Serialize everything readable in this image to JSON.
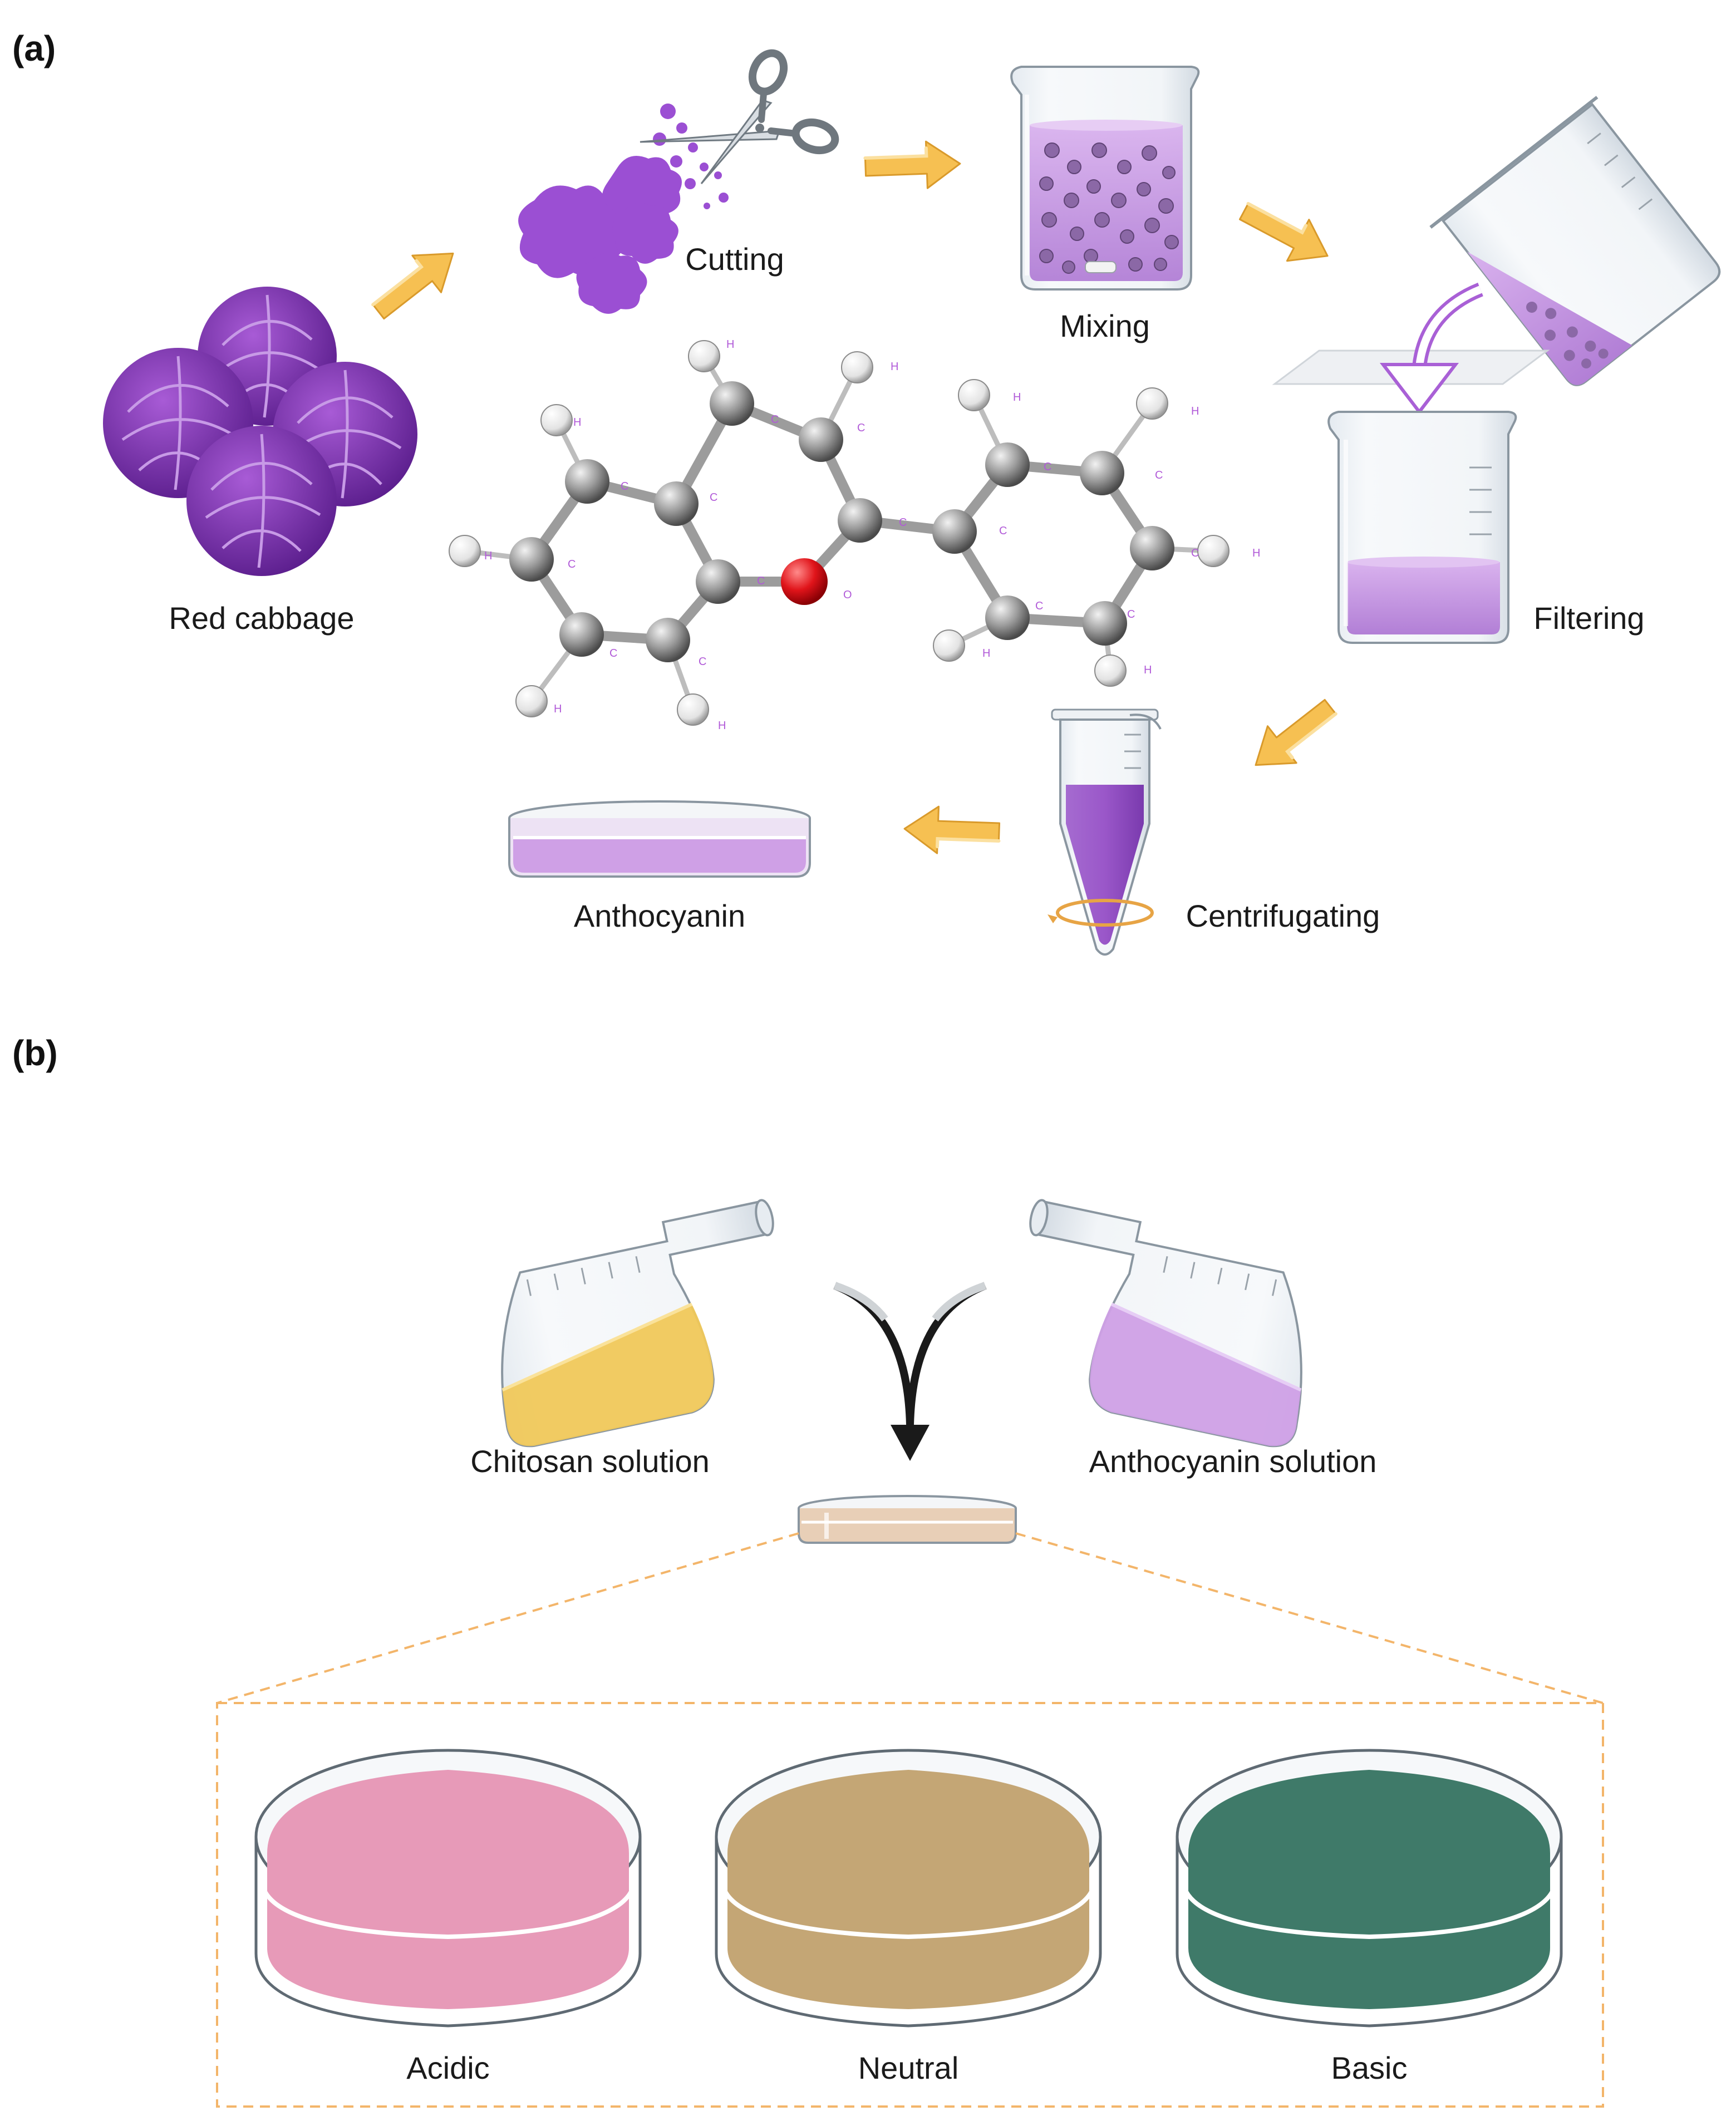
{
  "panel_a": {
    "label": "(a)",
    "steps": {
      "red_cabbage": "Red cabbage",
      "cutting": "Cutting",
      "mixing": "Mixing",
      "filtering": "Filtering",
      "centrifugating": "Centrifugating",
      "anthocyanin": "Anthocyanin"
    },
    "atoms": [
      "H",
      "H",
      "H",
      "H",
      "H",
      "H",
      "H",
      "H",
      "H",
      "H",
      "H",
      "C",
      "C",
      "C",
      "C",
      "C",
      "C",
      "C",
      "C",
      "C",
      "C",
      "C",
      "C",
      "C",
      "C",
      "C",
      "O"
    ]
  },
  "panel_b": {
    "label": "(b)",
    "chitosan_solution": "Chitosan solution",
    "anthocyanin_solution": "Anthocyanin solution",
    "dishes": [
      {
        "label": "Acidic",
        "color": "#e79ab8"
      },
      {
        "label": "Neutral",
        "color": "#c4a675"
      },
      {
        "label": "Basic",
        "color": "#3f7a69"
      }
    ]
  },
  "colors": {
    "arrow": "#f6c052",
    "purple_liquid": "#cfa0e6",
    "purple_dark": "#8e3fc9",
    "chitosan": "#f0c85a",
    "film": "#e8cfb7",
    "dash_box": "#f3b56a"
  }
}
